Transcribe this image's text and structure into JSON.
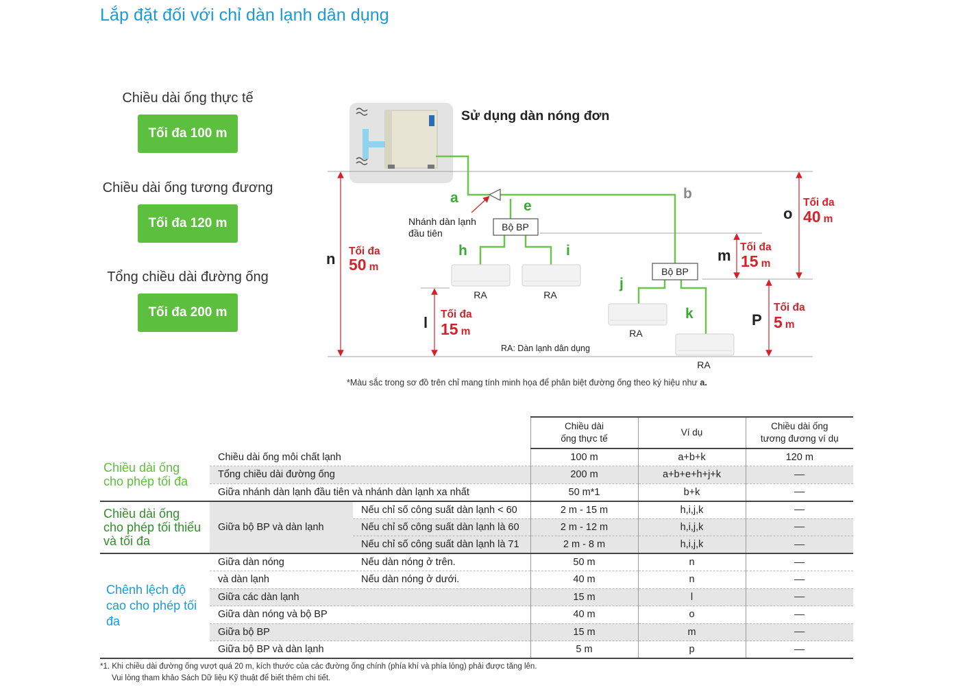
{
  "page_title": "Lắp đặt đối với chỉ dàn lạnh dân dụng",
  "limits": [
    {
      "label": "Chiều dài ống thực tế",
      "value": "Tối đa 100 m"
    },
    {
      "label": "Chiều dài ống tương đương",
      "value": "Tối đa 120 m"
    },
    {
      "label": "Tổng chiều dài đường ống",
      "value": "Tối đa 200 m"
    }
  ],
  "diagram": {
    "title": "Sử dụng dàn nóng đơn",
    "first_branch_label_1": "Nhánh dàn lạnh",
    "first_branch_label_2": "đầu tiên",
    "bp_label": "Bộ BP",
    "ra_label": "RA",
    "ra_legend": "RA: Dàn lạnh dân dụng",
    "max_word": "Tối đa",
    "unit": "m",
    "pipe_letters": {
      "a": "a",
      "b": "b",
      "e": "e",
      "h": "h",
      "i": "i",
      "j": "j",
      "k": "k"
    },
    "heights": {
      "n": {
        "letter": "n",
        "value": "50"
      },
      "l": {
        "letter": "l",
        "value": "15"
      },
      "m": {
        "letter": "m",
        "value": "15"
      },
      "o": {
        "letter": "o",
        "value": "40"
      },
      "p": {
        "letter": "P",
        "value": "5"
      }
    },
    "colors": {
      "pipe": "#6cc24a",
      "dimension": "#d2232a",
      "label_green": "#3aaa35",
      "letter_grey": "#888888"
    }
  },
  "diagram_footnote_text": "*Màu sắc trong sơ đồ trên chỉ mang tính minh họa để phân biệt đường ống theo ký hiệu như ",
  "diagram_footnote_bold": "a.",
  "table": {
    "headers": {
      "actual_1": "Chiều dài",
      "actual_2": "ống thực tế",
      "example": "Ví dụ",
      "equiv_1": "Chiều dài ống",
      "equiv_2": "tương đương ví dụ"
    },
    "sec1": {
      "label": "Chiều dài ống cho phép tối đa",
      "rows": [
        {
          "desc": "Chiều dài ống môi chất lạnh",
          "actual": "100 m",
          "example": "a+b+k",
          "equiv": "120 m"
        },
        {
          "desc": "Tổng chiều dài đường ống",
          "actual": "200 m",
          "example": "a+b+e+h+j+k",
          "equiv": ""
        },
        {
          "desc": "Giữa nhánh dàn lạnh đầu tiên và nhánh dàn lạnh xa nhất",
          "actual": "50 m*1",
          "example": "b+k",
          "equiv": ""
        }
      ]
    },
    "sec2": {
      "label": "Chiều dài ống cho phép tối thiểu và tối đa",
      "sub": "Giữa bộ BP và dàn lạnh",
      "rows": [
        {
          "cond": "Nếu chỉ số công suất dàn lạnh < 60",
          "actual": "2 m - 15 m",
          "example": "h,i,j,k",
          "equiv": ""
        },
        {
          "cond": "Nếu chỉ số công suất dàn lạnh là 60",
          "actual": "2 m - 12 m",
          "example": "h,i,j,k",
          "equiv": ""
        },
        {
          "cond": "Nếu chỉ số công suất dàn lạnh là 71",
          "actual": "2 m - 8 m",
          "example": "h,i,j,k",
          "equiv": ""
        }
      ]
    },
    "sec3": {
      "label": "Chênh lệch độ cao cho phép tối đa",
      "sub_1": "Giữa dàn nóng",
      "sub_2": "và dàn lạnh",
      "rows_cond": [
        {
          "cond": "Nếu dàn nóng ở trên.",
          "actual": "50 m",
          "example": "n",
          "equiv": ""
        },
        {
          "cond": "Nếu dàn nóng ở dưới.",
          "actual": "40 m",
          "example": "n",
          "equiv": ""
        }
      ],
      "rows": [
        {
          "desc": "Giữa các dàn lạnh",
          "actual": "15 m",
          "example": "l",
          "equiv": ""
        },
        {
          "desc": "Giữa dàn nóng và bộ BP",
          "actual": "40 m",
          "example": "o",
          "equiv": ""
        },
        {
          "desc": "Giữa bộ BP",
          "actual": "15 m",
          "example": "m",
          "equiv": ""
        },
        {
          "desc": "Giữa bộ BP và dàn lạnh",
          "actual": "5 m",
          "example": "p",
          "equiv": ""
        }
      ]
    }
  },
  "table_footnote_1": "*1. Khi chiều dài đường ống vượt quá 20 m, kích thước của các đường ống chính (phía khí và phía lỏng) phải được tăng lên.",
  "table_footnote_2": "Vui lòng tham khảo Sách Dữ liệu Kỹ thuật để biết thêm chi tiết."
}
